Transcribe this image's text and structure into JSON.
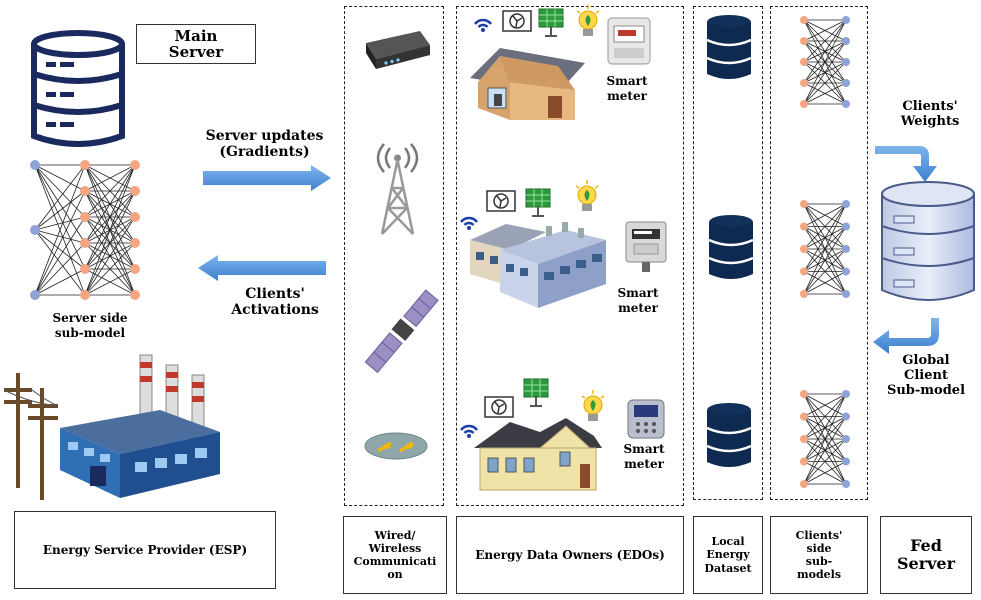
{
  "main_server": {
    "label": "Main\nServer"
  },
  "server_updates": {
    "label": "Server updates\n(Gradients)"
  },
  "clients_activations": {
    "label": "Clients'\nActivations"
  },
  "server_submodel": {
    "label": "Server side\nsub-model"
  },
  "esp": {
    "label": "Energy Service Provider (ESP)"
  },
  "comm": {
    "label": "Wired/\nWireless\nCommunicati\non"
  },
  "edos": {
    "label": "Energy Data Owners (EDOs)"
  },
  "local_dataset": {
    "label": "Local\nEnergy\nDataset"
  },
  "client_submodels": {
    "label": "Clients'\nside\nsub-\nmodels"
  },
  "fed_server": {
    "label": "Fed\nServer"
  },
  "clients_weights": {
    "label": "Clients'\nWeights"
  },
  "global_client": {
    "label": "Global\nClient\nSub-model"
  },
  "smart_meter_labels": [
    "Smart\nmeter",
    "Smart\nmeter",
    "Smart\nmeter"
  ],
  "colors": {
    "navy": "#1a2a5e",
    "arrow_blue": "#4a8fd6",
    "node_orange": "#f4a582",
    "node_blue": "#8ea3d6"
  }
}
